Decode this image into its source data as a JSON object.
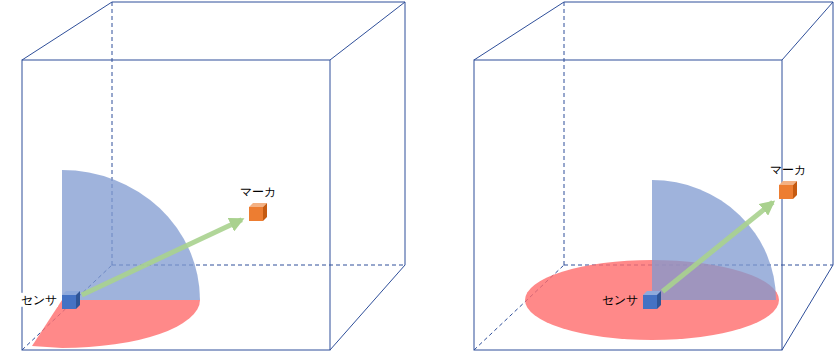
{
  "diagram": {
    "nodes": [
      {
        "text": [
          "センサ"
        ]
      },
      {
        "text": [
          "マーカ"
        ]
      },
      {
        "text": [
          "センサ"
        ]
      },
      {
        "text": [
          "マーカ"
        ]
      }
    ],
    "edges": [
      {
        "from": 0,
        "to": 1,
        "arrow": "to"
      },
      {
        "from": 2,
        "to": 3,
        "arrow": "to"
      }
    ]
  }
}
